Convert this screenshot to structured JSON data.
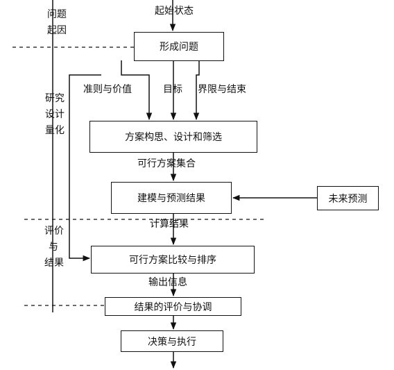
{
  "phases": {
    "problem": [
      "问题",
      "起因"
    ],
    "research": [
      "研究",
      "设计",
      "量化"
    ],
    "evaluation": [
      "评价",
      "与",
      "结果"
    ]
  },
  "nodes": {
    "start": "起始状态",
    "form_problem": "形成问题",
    "design": "方案构思、设计和筛选",
    "model": "建模与预测结果",
    "forecast": "未来预测",
    "compare": "可行方案比较与排序",
    "evaluate": "结果的评价与协调",
    "decide": "决策与执行"
  },
  "labels": {
    "criteria": "准则与价值",
    "goal": "目标",
    "bounds": "界限与结束",
    "feasible_set": "可行方案集合",
    "calc_result": "计算结果",
    "output_info": "输出信息"
  }
}
